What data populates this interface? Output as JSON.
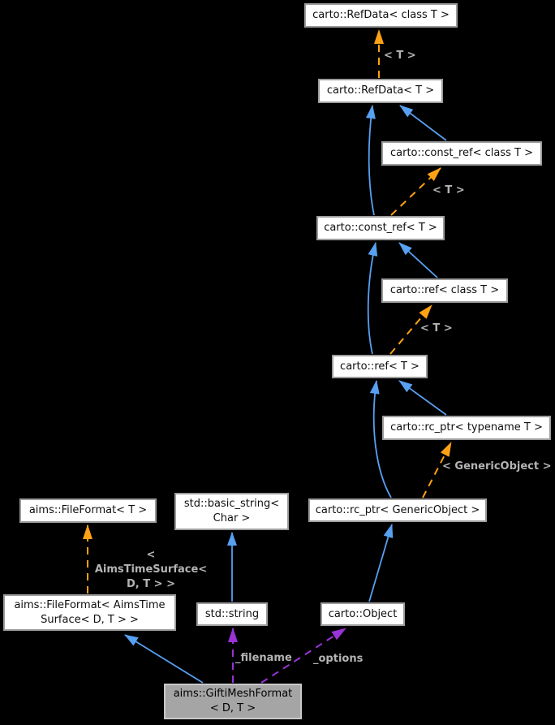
{
  "colors": {
    "background": "#000000",
    "node_fill": "#ffffff",
    "node_border": "#9c9c9c",
    "node_text": "#0f0f0f",
    "selected_node_fill": "#a5a5a5",
    "selected_node_border": "#c8c8c8",
    "inheritance_edge_blue": "#58a0f2",
    "template_edge_orange": "#ffa115",
    "member_edge_purple": "#9a33d6",
    "edge_label_text": "#b4b4b4"
  },
  "nodes": {
    "refdata_class": {
      "label": "carto::RefData< class T >"
    },
    "refdata_t": {
      "label": "carto::RefData< T >"
    },
    "const_ref_class": {
      "label": "carto::const_ref< class T >"
    },
    "const_ref_t": {
      "label": "carto::const_ref< T >"
    },
    "ref_class": {
      "label": "carto::ref< class T >"
    },
    "ref_t": {
      "label": "carto::ref< T >"
    },
    "rc_ptr_typename": {
      "label": "carto::rc_ptr< typename T >"
    },
    "rc_ptr_generic": {
      "label": "carto::rc_ptr< GenericObject >"
    },
    "fileformat_t": {
      "label": "aims::FileFormat< T >"
    },
    "basic_string": {
      "lines": [
        "std::basic_string<",
        "Char >"
      ]
    },
    "fileformat_aimstimesurface": {
      "lines": [
        "aims::FileFormat< AimsTime",
        "Surface< D, T > >"
      ]
    },
    "std_string": {
      "label": "std::string"
    },
    "carto_object": {
      "label": "carto::Object"
    },
    "gifti_mesh_format": {
      "lines": [
        "aims::GiftiMeshFormat",
        "< D, T >"
      ]
    }
  },
  "edge_labels": {
    "template_t_refdata": "< T >",
    "template_t_const_ref": "< T >",
    "template_t_ref": "< T >",
    "template_generic_object": "< GenericObject >",
    "template_aims_time_surface": {
      "lines": [
        "< AimsTimeSurface<",
        "D, T > >"
      ]
    },
    "member_filename": "_filename",
    "member_options": "_options"
  }
}
